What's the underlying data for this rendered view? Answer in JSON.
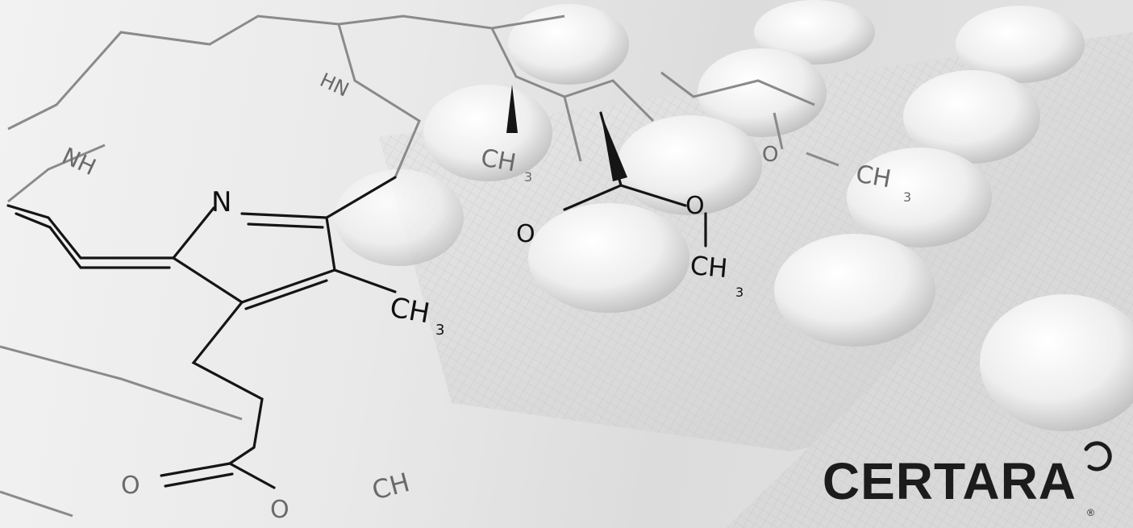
{
  "logo": {
    "text": "CERTARA",
    "registered": "®",
    "color": "#1c1c1c"
  },
  "chemistry": {
    "labels": {
      "n": "N",
      "nh_left": "NH",
      "hn_top": "HN",
      "ch3_main": "CH",
      "ch3_top": "CH",
      "ch3_middle": "CH",
      "ch3_right": "CH",
      "ch3_bottom": "CH",
      "sub3": "3",
      "o_left": "O",
      "o_middle": "O",
      "o_right": "O",
      "o_bottom_left": "O",
      "o_bottom_mid": "O"
    }
  }
}
